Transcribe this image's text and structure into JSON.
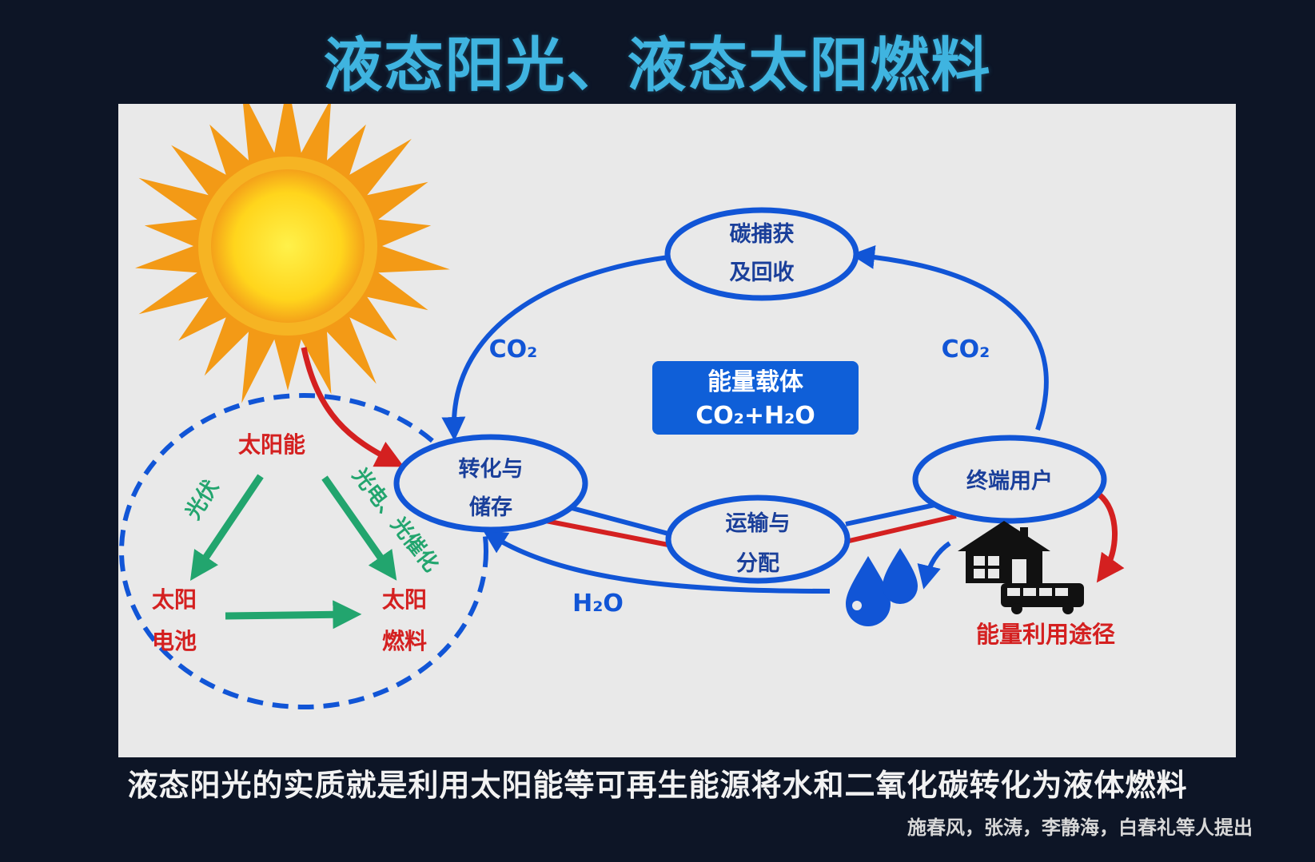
{
  "title": "液态阳光、液态太阳燃料",
  "diagram": {
    "left_cycle": {
      "top": "太阳能",
      "left_arrow": "光伏",
      "right_arrow": "光电、光催化",
      "bottom_left": [
        "太阳",
        "电池"
      ],
      "bottom_right": [
        "太阳",
        "燃料"
      ]
    },
    "nodes": {
      "capture": [
        "碳捕获",
        "及回收"
      ],
      "convert": [
        "转化与",
        "储存"
      ],
      "transport": [
        "运输与",
        "分配"
      ],
      "end_user": "终端用户"
    },
    "center_box": [
      "能量载体",
      "CO₂+H₂O"
    ],
    "flows": {
      "co2_left": "CO₂",
      "co2_right": "CO₂",
      "h2o": "H₂O"
    },
    "energy_use": "能量利用途径",
    "colors": {
      "cycle_blue": "#1155d6",
      "center_box": "#0f5fd8",
      "red_label": "#d42020",
      "green_arrow": "#22a56e",
      "sun_core": "#ffe135",
      "sun_rays": "#f39a16"
    }
  },
  "caption": "液态阳光的实质就是利用太阳能等可再生能源将水和二氧化碳转化为液体燃料",
  "credits": "施春风，张涛，李静海，白春礼等人提出"
}
